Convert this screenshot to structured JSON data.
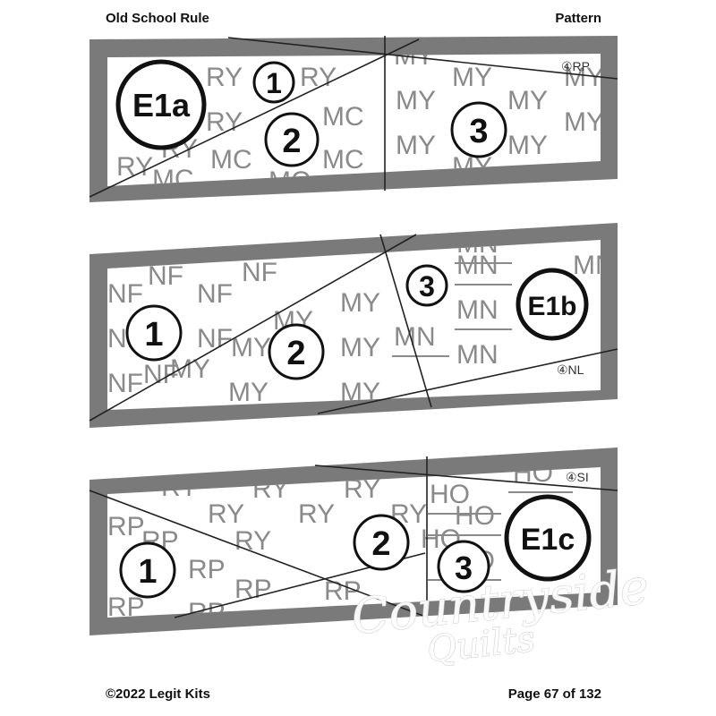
{
  "header": {
    "left": "Old School Rule",
    "right": "Pattern"
  },
  "footer": {
    "left": "©2022 Legit Kits",
    "right": "Page 67 of 132"
  },
  "watermark": {
    "line1": "Countryside",
    "line2": "Quilts"
  },
  "colors": {
    "border": "#7a7a7a",
    "line": "#222222",
    "label_text": "#8a8a8a",
    "circle_bg": "#ffffff"
  },
  "sections": [
    {
      "id": "E1a",
      "name_label": "E1a",
      "corner_label": "④RP",
      "pieces": [
        {
          "number": "1",
          "color_code": "RY"
        },
        {
          "number": "2",
          "color_code": "MC"
        },
        {
          "number": "3",
          "color_code": "MY"
        }
      ]
    },
    {
      "id": "E1b",
      "name_label": "E1b",
      "corner_label": "④NL",
      "pieces": [
        {
          "number": "1",
          "color_code": "NF"
        },
        {
          "number": "2",
          "color_code": "MY"
        },
        {
          "number": "3",
          "color_code": "MN"
        }
      ]
    },
    {
      "id": "E1c",
      "name_label": "E1c",
      "corner_label": "④SI",
      "pieces": [
        {
          "number": "1",
          "color_code": "RP"
        },
        {
          "number": "2",
          "color_code": "RY"
        },
        {
          "number": "3",
          "color_code": "HO"
        }
      ]
    }
  ]
}
